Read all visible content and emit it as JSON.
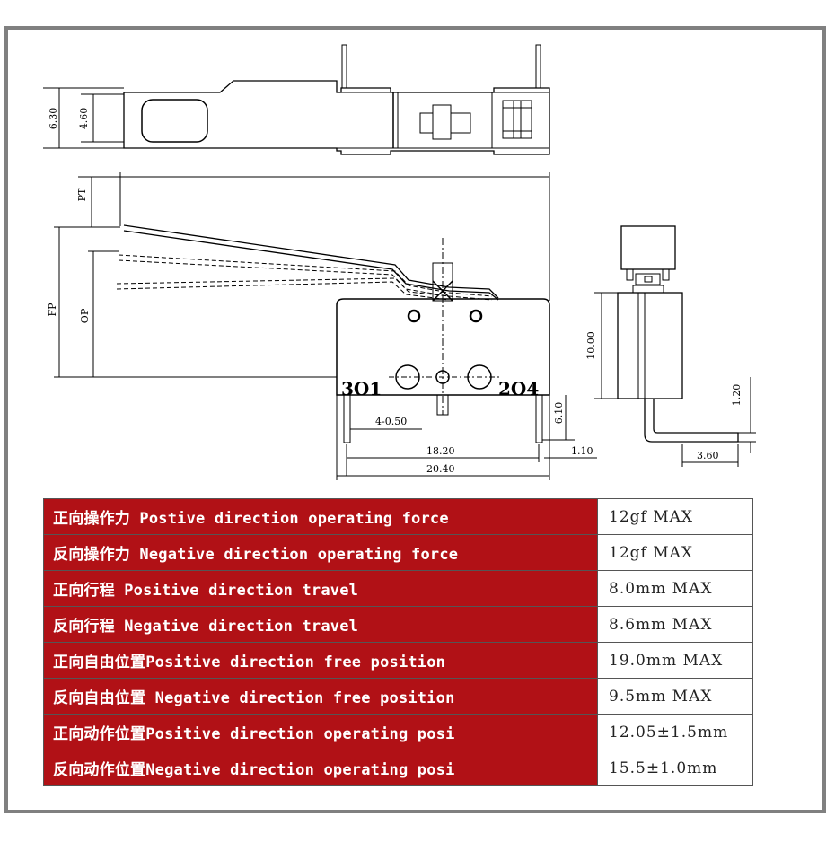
{
  "drawing": {
    "dims": {
      "top_height_outer": "6.30",
      "top_height_inner": "4.60",
      "pt": "PT",
      "fp": "FP",
      "op": "OP",
      "terminal_left": "3O1",
      "terminal_right": "2O4",
      "pin_spacing": "4-0.50",
      "pin_length": "6.10",
      "pin_offset": "1.10",
      "pitch": "18.20",
      "overall_length": "20.40",
      "body_height": "10.00",
      "bend_height": "1.20",
      "bend_length": "3.60"
    }
  },
  "specs": [
    {
      "label": "正向操作力 Postive direction operating force",
      "value": "12gf MAX"
    },
    {
      "label": "反向操作力 Negative direction operating force",
      "value": "12gf MAX"
    },
    {
      "label": "正向行程 Positive direction travel",
      "value": "8.0mm MAX"
    },
    {
      "label": "反向行程 Negative direction travel",
      "value": "8.6mm MAX"
    },
    {
      "label": "正向自由位置Positive direction free position",
      "value": "19.0mm MAX"
    },
    {
      "label": "反向自由位置 Negative direction free position",
      "value": "9.5mm MAX"
    },
    {
      "label": "正向动作位置Positive direction operating posi",
      "value": "12.05±1.5mm"
    },
    {
      "label": "反向动作位置Negative direction operating posi",
      "value": "15.5±1.0mm"
    }
  ]
}
